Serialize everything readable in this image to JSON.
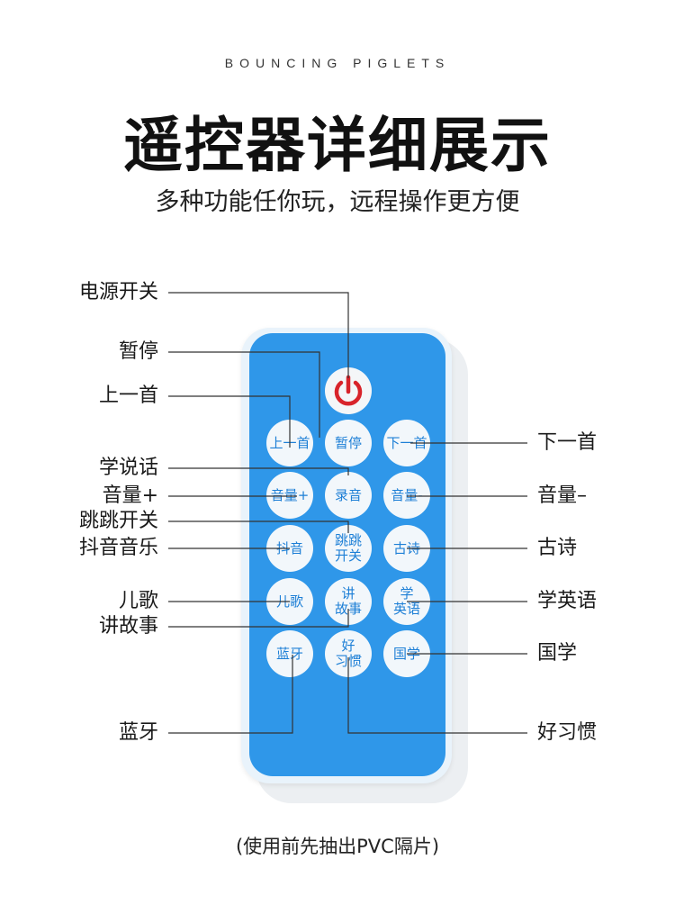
{
  "header": {
    "brand": "BOUNCING PIGLETS",
    "title": "遥控器详细展示",
    "subtitle": "多种功能任你玩，远程操作更方便"
  },
  "colors": {
    "remote_body": "#2f97e9",
    "remote_edge": "#e9f3fb",
    "key": "#f2f7fb",
    "key_text": "#1d7fd6",
    "power_icon": "#d8232a"
  },
  "icons": {
    "power": "power-icon"
  },
  "keys": [
    {
      "line1": "上一首",
      "line2": ""
    },
    {
      "line1": "暂停",
      "line2": ""
    },
    {
      "line1": "下一首",
      "line2": ""
    },
    {
      "line1": "音量+",
      "line2": ""
    },
    {
      "line1": "录音",
      "line2": ""
    },
    {
      "line1": "音量-",
      "line2": ""
    },
    {
      "line1": "抖音",
      "line2": ""
    },
    {
      "line1": "跳跳",
      "line2": "开关"
    },
    {
      "line1": "古诗",
      "line2": ""
    },
    {
      "line1": "儿歌",
      "line2": ""
    },
    {
      "line1": "讲",
      "line2": "故事"
    },
    {
      "line1": "学",
      "line2": "英语"
    },
    {
      "line1": "蓝牙",
      "line2": ""
    },
    {
      "line1": "好",
      "line2": "习惯"
    },
    {
      "line1": "国学",
      "line2": ""
    }
  ],
  "labels_left": [
    "电源开关",
    "暂停",
    "上一首",
    "学说话",
    "音量+",
    "跳跳开关",
    "抖音音乐",
    "儿歌",
    "讲故事",
    "蓝牙"
  ],
  "labels_right": [
    "下一首",
    "音量–",
    "古诗",
    "学英语",
    "国学",
    "好习惯"
  ],
  "note": "(使用前先抽出PVC隔片)"
}
